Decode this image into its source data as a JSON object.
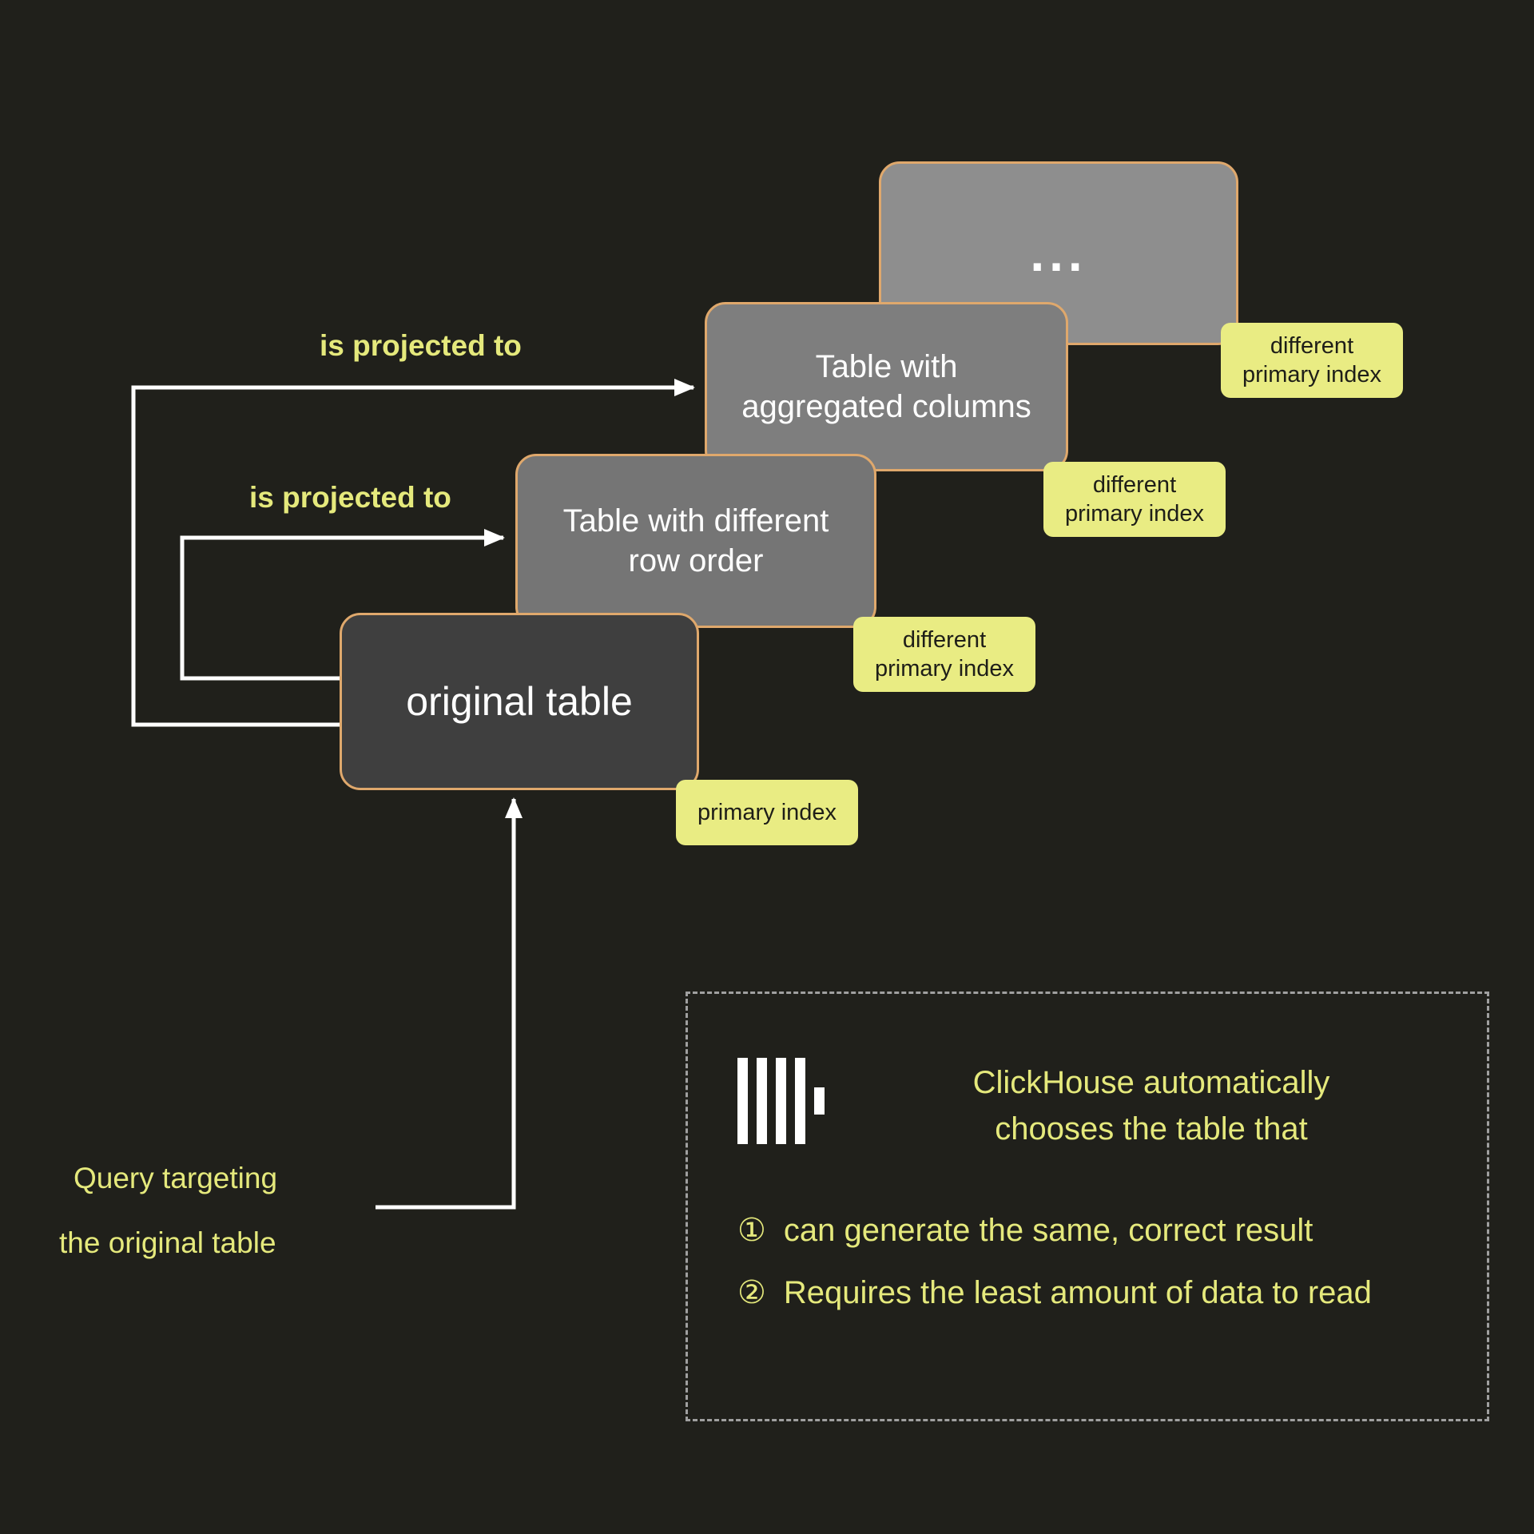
{
  "boxes": {
    "dots": {
      "label": "..."
    },
    "aggregated": {
      "label": "Table with aggregated columns"
    },
    "row_order": {
      "label": "Table with different row order"
    },
    "original": {
      "label": "original table"
    }
  },
  "notes": [
    {
      "text": "different primary index"
    },
    {
      "text": "different primary index"
    },
    {
      "text": "different primary index"
    },
    {
      "text": "primary index"
    }
  ],
  "labels": {
    "projected_to_top": "is projected to",
    "projected_to_mid": "is projected to",
    "query_targeting_line1": "Query targeting",
    "query_targeting_line2": "the original table"
  },
  "panel": {
    "heading_line1": "ClickHouse automatically",
    "heading_line2": "chooses the table that",
    "items": [
      {
        "num": "①",
        "text": "can generate the same, correct result"
      },
      {
        "num": "②",
        "text": "Requires the least amount of data to read"
      }
    ]
  },
  "colors": {
    "background": "#20201b",
    "box_border": "#dfa86c",
    "box_gray_light": "#8e8e8e",
    "box_gray": "#7e7e7e",
    "box_dark": "#3f3f3f",
    "note_background": "#e9ec83",
    "accent_text": "#e5e97c",
    "arrow": "#ffffff",
    "panel_border": "#a0a0a0"
  }
}
